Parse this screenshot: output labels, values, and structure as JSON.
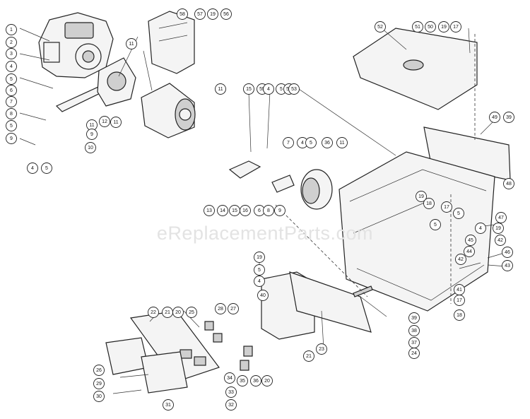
{
  "watermark": "eReplacementParts.com",
  "callouts": [
    "1",
    "2",
    "3",
    "4",
    "5",
    "6",
    "7",
    "8",
    "5",
    "9",
    "4",
    "5",
    "11",
    "11",
    "11",
    "12",
    "10",
    "9",
    "58",
    "57",
    "19",
    "56",
    "11",
    "15",
    "55",
    "4",
    "5",
    "54",
    "53",
    "52",
    "51",
    "50",
    "19",
    "17",
    "49",
    "39",
    "48",
    "7",
    "4",
    "5",
    "36",
    "11",
    "13",
    "14",
    "15",
    "16",
    "6",
    "8",
    "9",
    "19",
    "18",
    "17",
    "5",
    "47",
    "5",
    "4",
    "45",
    "19",
    "44",
    "42",
    "46",
    "43",
    "42",
    "41",
    "17",
    "18",
    "19",
    "5",
    "4",
    "40",
    "39",
    "38",
    "37",
    "24",
    "23",
    "21",
    "22",
    "21",
    "20",
    "25",
    "28",
    "27",
    "26",
    "29",
    "30",
    "31",
    "32",
    "33",
    "34",
    "35",
    "36",
    "20"
  ]
}
